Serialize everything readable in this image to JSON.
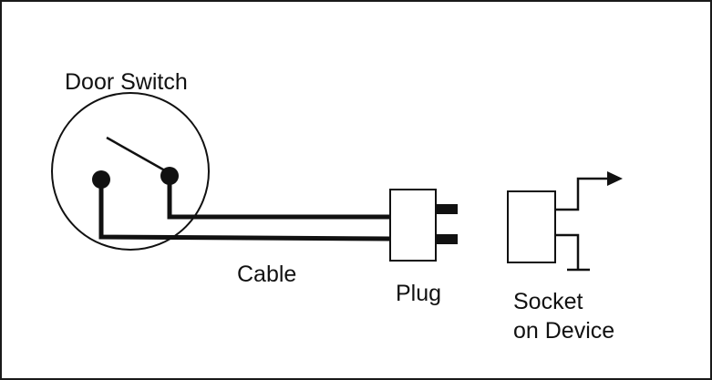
{
  "labels": {
    "door_switch": "Door Switch",
    "cable": "Cable",
    "plug": "Plug",
    "socket_line1": "Socket",
    "socket_line2": "on Device"
  },
  "colors": {
    "ink": "#111111",
    "background": "#ffffff"
  }
}
